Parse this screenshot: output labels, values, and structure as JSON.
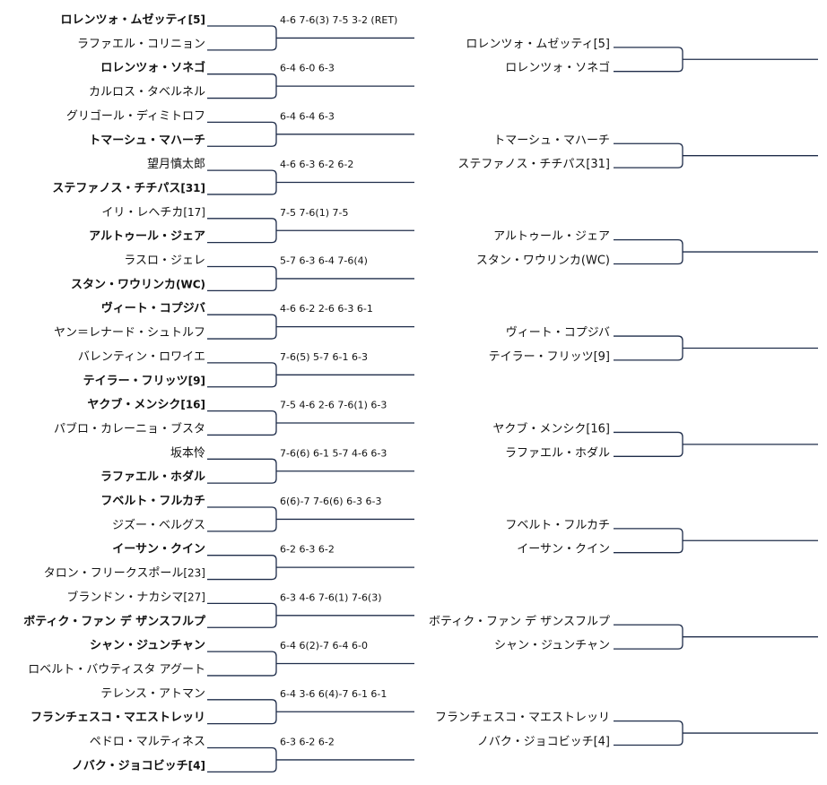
{
  "matches": [
    {
      "p1": "ロレンツォ・ムゼッティ",
      "p1_seed": "[5]",
      "p2": "ラファエル・コリニョン",
      "p2_seed": "",
      "winner": 1,
      "score": "4-6 7-6(3) 7-5 3-2 (RET)"
    },
    {
      "p1": "ロレンツォ・ソネゴ",
      "p1_seed": "",
      "p2": "カルロス・タベルネル",
      "p2_seed": "",
      "winner": 1,
      "score": "6-4 6-0 6-3"
    },
    {
      "p1": "グリゴール・ディミトロフ",
      "p1_seed": "",
      "p2": "トマーシュ・マハーチ",
      "p2_seed": "",
      "winner": 2,
      "score": "6-4 6-4 6-3"
    },
    {
      "p1": "望月慎太郎",
      "p1_seed": "",
      "p2": "ステファノス・チチパス",
      "p2_seed": "[31]",
      "winner": 2,
      "score": "4-6 6-3 6-2 6-2"
    },
    {
      "p1": "イリ・レヘチカ",
      "p1_seed": "[17]",
      "p2": "アルトゥール・ジェア",
      "p2_seed": "",
      "winner": 2,
      "score": "7-5 7-6(1) 7-5"
    },
    {
      "p1": "ラスロ・ジェレ",
      "p1_seed": "",
      "p2": "スタン・ワウリンカ",
      "p2_seed": "(WC)",
      "winner": 2,
      "score": "5-7 6-3 6-4 7-6(4)"
    },
    {
      "p1": "ヴィート・コプジバ",
      "p1_seed": "",
      "p2": "ヤン＝レナード・シュトルフ",
      "p2_seed": "",
      "winner": 1,
      "score": "4-6 6-2 2-6 6-3 6-1"
    },
    {
      "p1": "バレンティン・ロワイエ",
      "p1_seed": "",
      "p2": "テイラー・フリッツ",
      "p2_seed": "[9]",
      "winner": 2,
      "score": "7-6(5) 5-7 6-1 6-3"
    },
    {
      "p1": "ヤクブ・メンシク",
      "p1_seed": "[16]",
      "p2": "パブロ・カレーニョ・ブスタ",
      "p2_seed": "",
      "winner": 1,
      "score": "7-5 4-6 2-6 7-6(1) 6-3"
    },
    {
      "p1": "坂本怜",
      "p1_seed": "",
      "p2": "ラファエル・ホダル",
      "p2_seed": "",
      "winner": 2,
      "score": "7-6(6) 6-1 5-7 4-6 6-3"
    },
    {
      "p1": "フベルト・フルカチ",
      "p1_seed": "",
      "p2": "ジズー・ベルグス",
      "p2_seed": "",
      "winner": 1,
      "score": "6(6)-7 7-6(6) 6-3 6-3"
    },
    {
      "p1": "イーサン・クイン",
      "p1_seed": "",
      "p2": "タロン・フリークスポール",
      "p2_seed": "[23]",
      "winner": 1,
      "score": "6-2 6-3 6-2"
    },
    {
      "p1": "ブランドン・ナカシマ",
      "p1_seed": "[27]",
      "p2": "ボティク・ファン デ ザンスフルプ",
      "p2_seed": "",
      "winner": 2,
      "score": "6-3 4-6 7-6(1) 7-6(3)"
    },
    {
      "p1": "シャン・ジュンチャン",
      "p1_seed": "",
      "p2": "ロベルト・バウティスタ アグート",
      "p2_seed": "",
      "winner": 1,
      "score": "6-4 6(2)-7 6-4 6-0"
    },
    {
      "p1": "テレンス・アトマン",
      "p1_seed": "",
      "p2": "フランチェスコ・マエストレッリ",
      "p2_seed": "",
      "winner": 2,
      "score": "6-4 3-6 6(4)-7 6-1 6-1"
    },
    {
      "p1": "ペドロ・マルティネス",
      "p1_seed": "",
      "p2": "ノバク・ジョコビッチ",
      "p2_seed": "[4]",
      "winner": 2,
      "score": "6-3 6-2 6-2"
    }
  ],
  "round2": [
    {
      "p1": "ロレンツォ・ムゼッティ[5]",
      "p2": "ロレンツォ・ソネゴ"
    },
    {
      "p1": "トマーシュ・マハーチ",
      "p2": "ステファノス・チチパス[31]"
    },
    {
      "p1": "アルトゥール・ジェア",
      "p2": "スタン・ワウリンカ(WC)"
    },
    {
      "p1": "ヴィート・コプジバ",
      "p2": "テイラー・フリッツ[9]"
    },
    {
      "p1": "ヤクブ・メンシク[16]",
      "p2": "ラファエル・ホダル"
    },
    {
      "p1": "フベルト・フルカチ",
      "p2": "イーサン・クイン"
    },
    {
      "p1": "ボティク・ファン デ ザンスフルプ",
      "p2": "シャン・ジュンチャン"
    },
    {
      "p1": "フランチェスコ・マエストレッリ",
      "p2": "ノバク・ジョコビッチ[4]"
    }
  ],
  "colors": {
    "line": "#1f2d4a",
    "text": "#111111"
  }
}
